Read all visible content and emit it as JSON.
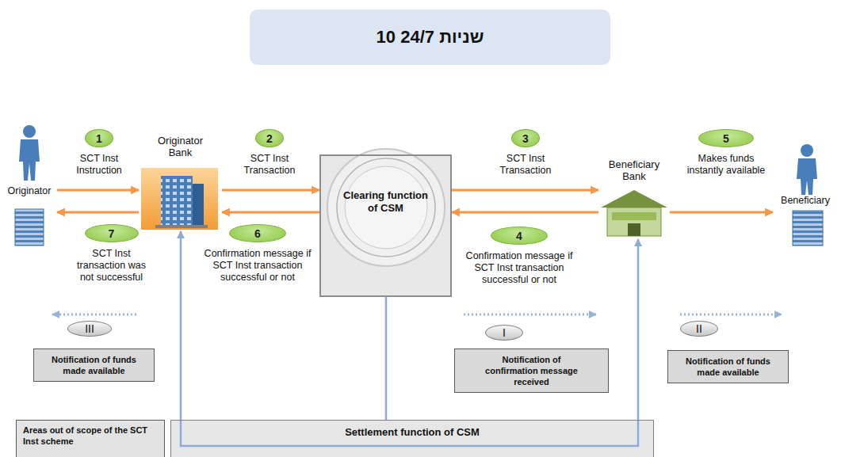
{
  "diagram": {
    "title": "10 שניות 24/7",
    "nodes": [
      {
        "text": [
          "Originator"
        ]
      },
      {
        "text": [
          "Originator Bank"
        ]
      },
      {
        "text": [
          "Clearing function of CSM"
        ]
      },
      {
        "text": [
          "Beneficiary Bank"
        ]
      },
      {
        "text": [
          "Beneficiary"
        ]
      },
      {
        "text": [
          "1",
          "SCT Inst Instruction"
        ]
      },
      {
        "text": [
          "2",
          "SCT Inst Transaction"
        ]
      },
      {
        "text": [
          "3",
          "SCT Inst Transaction"
        ]
      },
      {
        "text": [
          "5",
          "Makes funds instantly available"
        ]
      },
      {
        "text": [
          "7",
          "SCT Inst transaction was not successful"
        ]
      },
      {
        "text": [
          "6",
          "Confirmation message if SCT Inst transaction successful or not"
        ]
      },
      {
        "text": [
          "4",
          "Confirmation message if SCT Inst transaction successful or not"
        ]
      },
      {
        "text": [
          "III"
        ]
      },
      {
        "text": [
          "I"
        ]
      },
      {
        "text": [
          "II"
        ]
      },
      {
        "text": [
          "Notification of funds made available"
        ]
      },
      {
        "text": [
          "Notification of confirmation message received"
        ]
      },
      {
        "text": [
          "Notification of funds made available"
        ]
      },
      {
        "text": [
          "Areas out of scope of the SCT Inst scheme"
        ]
      },
      {
        "text": [
          "Settlement function of CSM"
        ]
      }
    ],
    "edges": [
      {
        "from": 0,
        "to": 1,
        "arrow": "to"
      },
      {
        "from": 1,
        "to": 0,
        "arrow": "to"
      },
      {
        "from": 1,
        "to": 2,
        "arrow": "to"
      },
      {
        "from": 2,
        "to": 1,
        "arrow": "to"
      },
      {
        "from": 2,
        "to": 3,
        "arrow": "to"
      },
      {
        "from": 3,
        "to": 2,
        "arrow": "to"
      },
      {
        "from": 3,
        "to": 4,
        "arrow": "to"
      },
      {
        "from": 19,
        "to": 1,
        "arrow": "to"
      },
      {
        "from": 19,
        "to": 2,
        "arrow": "none"
      },
      {
        "from": 19,
        "to": 3,
        "arrow": "to"
      }
    ]
  }
}
